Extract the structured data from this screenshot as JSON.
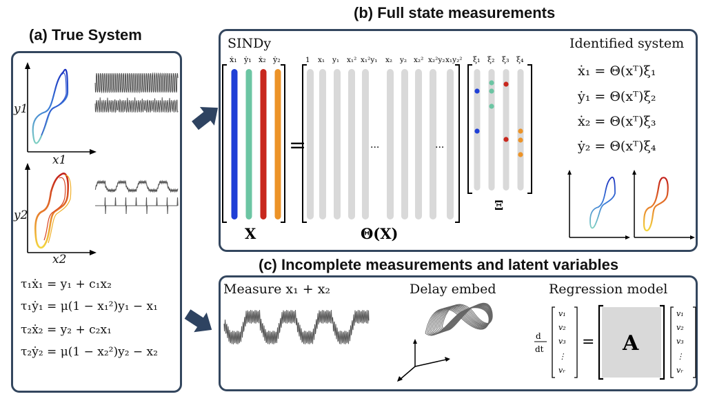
{
  "panel_a": {
    "title": "(a) True System",
    "plot1": {
      "ylabel": "y1",
      "xlabel": "x1"
    },
    "plot2": {
      "ylabel": "y2",
      "xlabel": "x2"
    },
    "equations": [
      "τ₁ẋ₁ = y₁ + c₁x₂",
      "τ₁ẏ₁ = μ(1 − x₁²)y₁ − x₁",
      "τ₂ẋ₂ = y₂ + c₂x₁",
      "τ₂ẏ₂ = μ(1 − x₂²)y₂ − x₂"
    ]
  },
  "panel_b": {
    "title": "(b) Full state measurements",
    "sindy_label": "SINDy",
    "x_headers": [
      "ẋ₁",
      "ẏ₁",
      "ẋ₂",
      "ẏ₂"
    ],
    "x_colors": [
      "#1f3fd6",
      "#6cc5a3",
      "#c8281e",
      "#ec9328"
    ],
    "x_matrix_label": "X",
    "equals": "=",
    "theta_headers": [
      "1",
      "x₁",
      "y₁",
      "x₁²",
      "x₁²y₁",
      "x₂",
      "y₂",
      "x₂²",
      "x₂²y₂",
      "x₁y₂²"
    ],
    "theta_ellipsis": "...",
    "theta_label": "Θ(X)",
    "xi_headers": [
      "ξ₁",
      "ξ₂",
      "ξ₃",
      "ξ₄"
    ],
    "xi_label": "Ξ",
    "identified_title": "Identified system",
    "identified_equations": [
      "ẋ₁ = Θ(xᵀ)ξ₁",
      "ẏ₁ = Θ(xᵀ)ξ₂",
      "ẋ₂ = Θ(xᵀ)ξ₃",
      "ẏ₂ = Θ(xᵀ)ξ₄"
    ]
  },
  "panel_c": {
    "title": "(c) Incomplete measurements and latent variables",
    "measure_label": "Measure x₁ + x₂",
    "delay_label": "Delay embed",
    "regression_label": "Regression model",
    "derivative": "d/dt",
    "v_vector": [
      "v₁",
      "v₂",
      "v₃",
      "⋮",
      "vᵣ"
    ],
    "equals": "=",
    "matrix_label": "A"
  },
  "colors": {
    "border": "#33465e",
    "arrow": "#2e4361",
    "gray_col": "#d9d9d9"
  }
}
